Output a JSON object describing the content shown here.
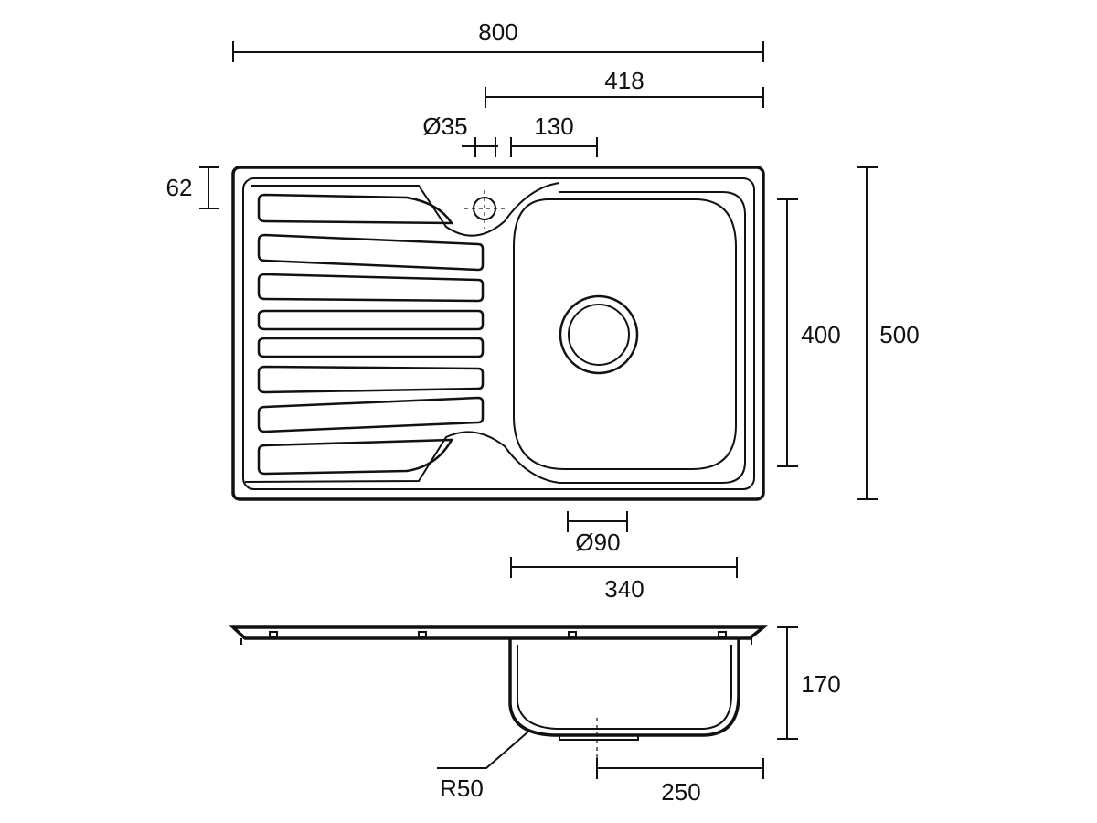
{
  "diagram": {
    "line_color": "#111111",
    "background": "#ffffff",
    "dimensions": {
      "overall_width": "800",
      "bowl_offset": "418",
      "tap_hole_diameter": "Ø35",
      "tap_to_bowl": "130",
      "tap_hole_from_back": "62",
      "bowl_length": "400",
      "overall_depth": "500",
      "waste_diameter": "Ø90",
      "bowl_width": "340",
      "bowl_depth": "170",
      "bowl_corner_radius": "R50",
      "waste_offset": "250"
    }
  }
}
